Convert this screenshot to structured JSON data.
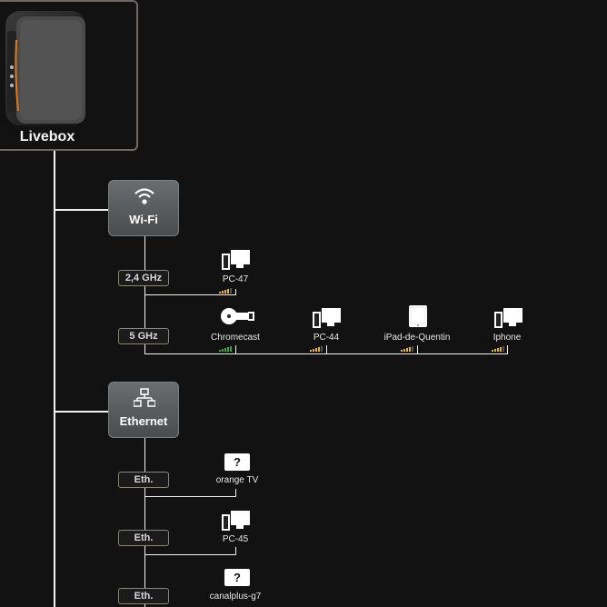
{
  "livebox": {
    "title": "Livebox"
  },
  "wifi": {
    "title": "Wi-Fi",
    "bands": [
      {
        "label": "2,4 GHz"
      },
      {
        "label": "5 GHz"
      }
    ],
    "devices": [
      {
        "label": "PC-47",
        "icon": "pc-icon",
        "signal_bars": 4,
        "signal_color": "#e5b53b"
      },
      {
        "label": "Chromecast",
        "icon": "chromecast-icon",
        "signal_bars": 5,
        "signal_color": "#3aa53a"
      },
      {
        "label": "PC-44",
        "icon": "pc-icon",
        "signal_bars": 4,
        "signal_color": "#e5b53b"
      },
      {
        "label": "iPad-de-Quentin",
        "icon": "tablet-icon",
        "signal_bars": 4,
        "signal_color": "#e5b53b"
      },
      {
        "label": "Iphone",
        "icon": "pc-icon",
        "signal_bars": 4,
        "signal_color": "#e5b53b"
      }
    ]
  },
  "ethernet": {
    "title": "Ethernet",
    "ports": [
      {
        "label": "Eth.",
        "device": "orange TV",
        "icon": "unknown-device-icon",
        "glyph": "?"
      },
      {
        "label": "Eth.",
        "device": "PC-45",
        "icon": "pc-icon"
      },
      {
        "label": "Eth.",
        "device": "canalplus-g7",
        "icon": "unknown-device-icon",
        "glyph": "?"
      }
    ]
  },
  "colors": {
    "background": "#121212",
    "line": "#f2f2f2",
    "badge": "#5a5d5f",
    "signal_yellow": "#e5b53b",
    "signal_green": "#3aa53a"
  }
}
